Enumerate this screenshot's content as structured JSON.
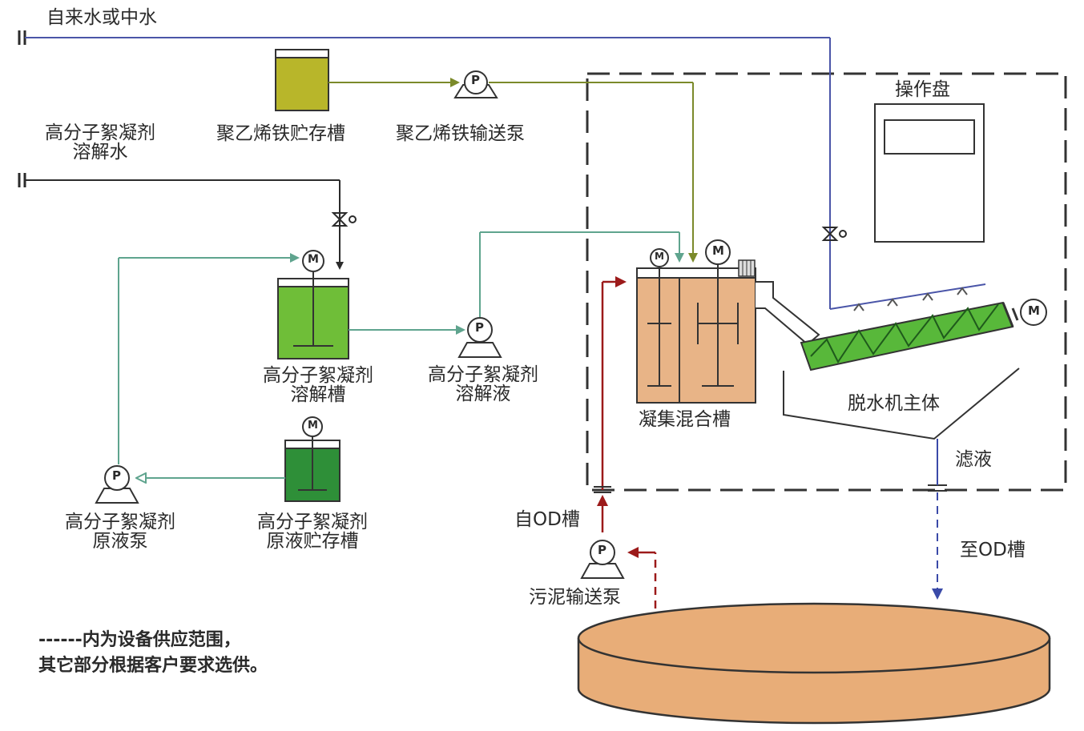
{
  "labels": {
    "tap_water": "自来水或中水",
    "pfs_tank": "聚乙烯铁贮存槽",
    "pfs_pump": "聚乙烯铁输送泵",
    "dissolve_water": [
      "高分子絮凝剂",
      "溶解水"
    ],
    "dissolve_tank": [
      "高分子絮凝剂",
      "溶解槽"
    ],
    "solution": [
      "高分子絮凝剂",
      "溶解液"
    ],
    "stock_pump": [
      "高分子絮凝剂",
      "原液泵"
    ],
    "stock_tank": [
      "高分子絮凝剂",
      "原液贮存槽"
    ],
    "control_panel": "操作盘",
    "mixing_tank": "凝集混合槽",
    "dewater_body": "脱水机主体",
    "filtrate": "滤液",
    "from_od": "自OD槽",
    "to_od": "至OD槽",
    "sludge_pump": "污泥输送泵",
    "note": [
      "------内为设备供应范围，",
      "其它部分根据客户要求选供。"
    ]
  },
  "symbols": {
    "pump_letter": "P",
    "motor_letter": "M"
  },
  "colors": {
    "water_line": "#2b2b2b",
    "supply_line": "#4a55a8",
    "pfs_line": "#7b8a2a",
    "polymer_line": "#5fa48e",
    "sludge_line": "#9c1a1a",
    "filtrate_line": "#3a4aa8",
    "pfs_tank": "#b8b62a",
    "dissolve_tank": "#6fbe38",
    "stock_tank": "#2e8f38",
    "mixing_tank": "#e8b487",
    "od_tank": "#e8ad78",
    "screw": "#58b83a"
  }
}
